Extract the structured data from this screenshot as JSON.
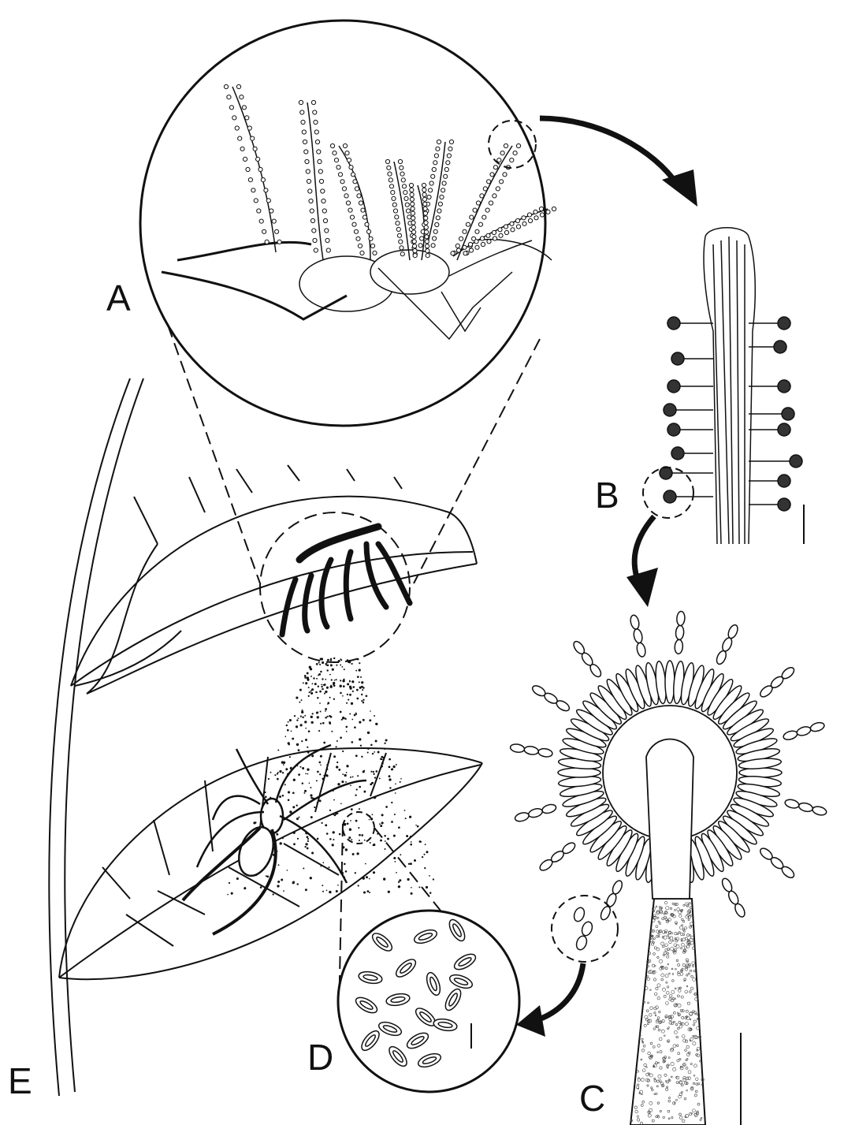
{
  "figure": {
    "panel_labels": {
      "a": "A",
      "b": "B",
      "c": "C",
      "d": "D",
      "e": "E"
    },
    "colors": {
      "ink": "#111111",
      "background": "#ffffff"
    },
    "icons": [
      "spider-on-leaf",
      "fungal-synnema",
      "conidiophore-head",
      "conidia-chains",
      "spore-cloud",
      "curved-arrow"
    ]
  }
}
